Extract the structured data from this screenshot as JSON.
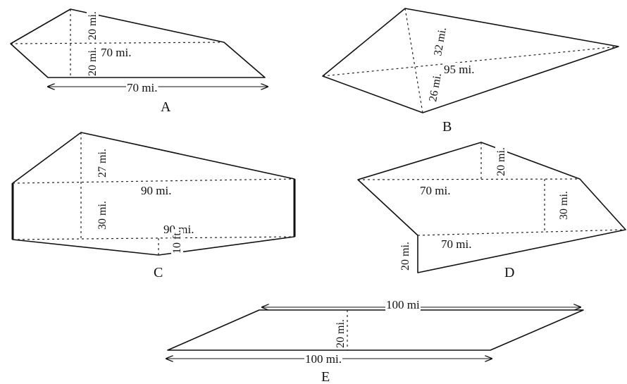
{
  "figures": {
    "A": {
      "letter": "A",
      "diag": "70 mi.",
      "alt_top": "20 mi.",
      "alt_bot": "20 mi.",
      "base": "70 mi."
    },
    "B": {
      "letter": "B",
      "diag": "95 mi.",
      "alt_top": "32 mi.",
      "alt_bot": "26 mi."
    },
    "C": {
      "letter": "C",
      "top_width": "90 mi.",
      "alt_top": "27 mi.",
      "side": "30 mi.",
      "bottom_width": "90 mi.",
      "alt_bot": "10 ft."
    },
    "D": {
      "letter": "D",
      "top_width": "70 mi.",
      "alt_top": "20 mi.",
      "side": "30 mi.",
      "bottom_width": "70 mi.",
      "left_side": "20 mi."
    },
    "E": {
      "letter": "E",
      "top": "100 mi",
      "height": "20 mi.",
      "base": "100 mi."
    }
  }
}
